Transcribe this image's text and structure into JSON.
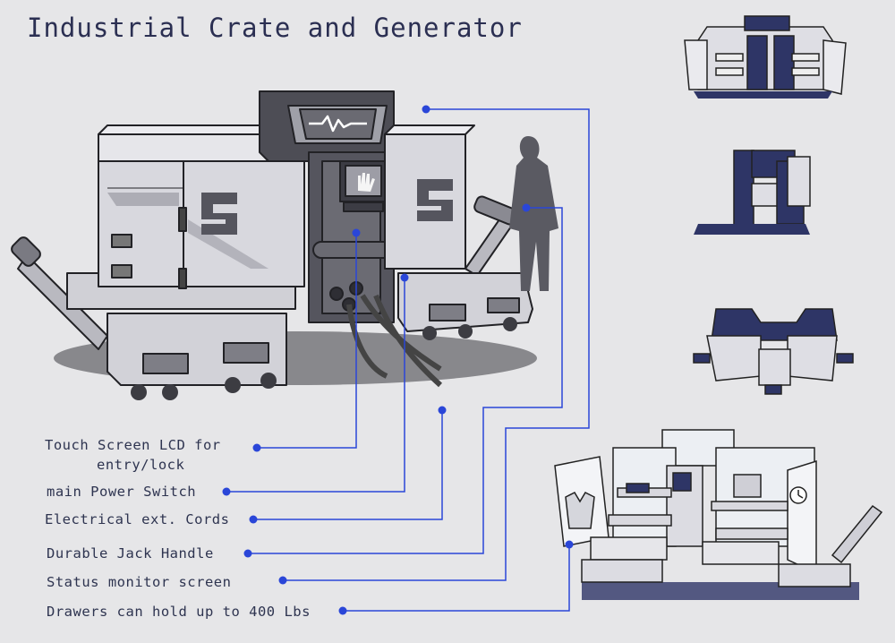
{
  "title": "Industrial Crate and Generator",
  "callouts": {
    "touch_screen_line1": "Touch Screen LCD for",
    "touch_screen_line2": "entry/lock",
    "main_power": "main Power Switch",
    "cords": "Electrical ext. Cords",
    "jack": "Durable Jack Handle",
    "status": "Status monitor screen",
    "drawers": "Drawers can hold up to 400 Lbs"
  },
  "colors": {
    "background": "#e6e6e8",
    "accent_blue": "#2a46d8",
    "navy": "#2e3566",
    "metal": "#c9c9cf",
    "line": "#222226"
  },
  "icons": [
    "hand-stop-icon",
    "heartbeat-icon",
    "crate-s-logo-icon",
    "clock-icon",
    "safety-vest-icon"
  ]
}
